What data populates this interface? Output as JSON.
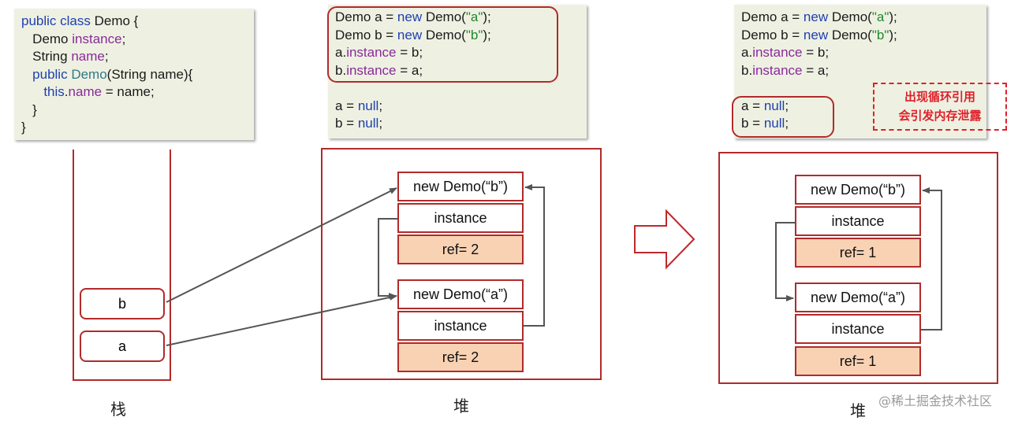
{
  "class_code": {
    "lines": [
      [
        {
          "t": "public class ",
          "c": "kw"
        },
        {
          "t": "Demo {",
          "c": ""
        }
      ],
      [
        {
          "t": "   Demo ",
          "c": ""
        },
        {
          "t": "instance",
          "c": "fld"
        },
        {
          "t": ";",
          "c": ""
        }
      ],
      [
        {
          "t": "   String ",
          "c": ""
        },
        {
          "t": "name",
          "c": "fld"
        },
        {
          "t": ";",
          "c": ""
        }
      ],
      [
        {
          "t": "   public ",
          "c": "kw"
        },
        {
          "t": "Demo",
          "c": "ctor"
        },
        {
          "t": "(String name){",
          "c": ""
        }
      ],
      [
        {
          "t": "      this",
          "c": "kw"
        },
        {
          "t": ".",
          "c": ""
        },
        {
          "t": "name",
          "c": "fld"
        },
        {
          "t": " = name;",
          "c": ""
        }
      ],
      [
        {
          "t": "   }",
          "c": ""
        }
      ],
      [
        {
          "t": "}",
          "c": ""
        }
      ]
    ]
  },
  "code_middle": {
    "lines": [
      [
        {
          "t": "Demo a = ",
          "c": ""
        },
        {
          "t": "new ",
          "c": "kw"
        },
        {
          "t": "Demo(",
          "c": ""
        },
        {
          "t": "\"a\"",
          "c": "str"
        },
        {
          "t": ");",
          "c": ""
        }
      ],
      [
        {
          "t": "Demo b = ",
          "c": ""
        },
        {
          "t": "new ",
          "c": "kw"
        },
        {
          "t": "Demo(",
          "c": ""
        },
        {
          "t": "\"b\"",
          "c": "str"
        },
        {
          "t": ");",
          "c": ""
        }
      ],
      [
        {
          "t": "a.",
          "c": ""
        },
        {
          "t": "instance",
          "c": "fld"
        },
        {
          "t": " = b;",
          "c": ""
        }
      ],
      [
        {
          "t": "b.",
          "c": ""
        },
        {
          "t": "instance",
          "c": "fld"
        },
        {
          "t": " = a;",
          "c": ""
        }
      ],
      [],
      [
        {
          "t": "a = ",
          "c": ""
        },
        {
          "t": "null",
          "c": "kw"
        },
        {
          "t": ";",
          "c": ""
        }
      ],
      [
        {
          "t": "b = ",
          "c": ""
        },
        {
          "t": "null",
          "c": "kw"
        },
        {
          "t": ";",
          "c": ""
        }
      ]
    ]
  },
  "code_right": {
    "lines": [
      [
        {
          "t": "Demo a = ",
          "c": ""
        },
        {
          "t": "new ",
          "c": "kw"
        },
        {
          "t": "Demo(",
          "c": ""
        },
        {
          "t": "\"a\"",
          "c": "str"
        },
        {
          "t": ");",
          "c": ""
        }
      ],
      [
        {
          "t": "Demo b = ",
          "c": ""
        },
        {
          "t": "new ",
          "c": "kw"
        },
        {
          "t": "Demo(",
          "c": ""
        },
        {
          "t": "\"b\"",
          "c": "str"
        },
        {
          "t": ");",
          "c": ""
        }
      ],
      [
        {
          "t": "a.",
          "c": ""
        },
        {
          "t": "instance",
          "c": "fld"
        },
        {
          "t": " = b;",
          "c": ""
        }
      ],
      [
        {
          "t": "b.",
          "c": ""
        },
        {
          "t": "instance",
          "c": "fld"
        },
        {
          "t": " = a;",
          "c": ""
        }
      ],
      [],
      [
        {
          "t": "a = ",
          "c": ""
        },
        {
          "t": "null",
          "c": "kw"
        },
        {
          "t": ";",
          "c": ""
        }
      ],
      [
        {
          "t": "b = ",
          "c": ""
        },
        {
          "t": "null",
          "c": "kw"
        },
        {
          "t": ";",
          "c": ""
        }
      ]
    ]
  },
  "stack": {
    "var_b": "b",
    "var_a": "a",
    "label": "栈"
  },
  "heap_middle": {
    "obj_b": {
      "title": "new Demo(“b”)",
      "field": "instance",
      "ref": "ref= 2"
    },
    "obj_a": {
      "title": "new Demo(“a”)",
      "field": "instance",
      "ref": "ref= 2"
    },
    "label": "堆"
  },
  "heap_right": {
    "obj_b": {
      "title": "new Demo(“b”)",
      "field": "instance",
      "ref": "ref= 1"
    },
    "obj_a": {
      "title": "new Demo(“a”)",
      "field": "instance",
      "ref": "ref= 1"
    },
    "label": "堆"
  },
  "warning": {
    "line1": "出现循环引用",
    "line2": "会引发内存泄露"
  },
  "watermark": "@稀土掘金技术社区",
  "colors": {
    "border": "#b22a2a",
    "ref_fill": "#f9d2b4",
    "code_bg": "#eef1e2",
    "warning": "#e0202a"
  }
}
